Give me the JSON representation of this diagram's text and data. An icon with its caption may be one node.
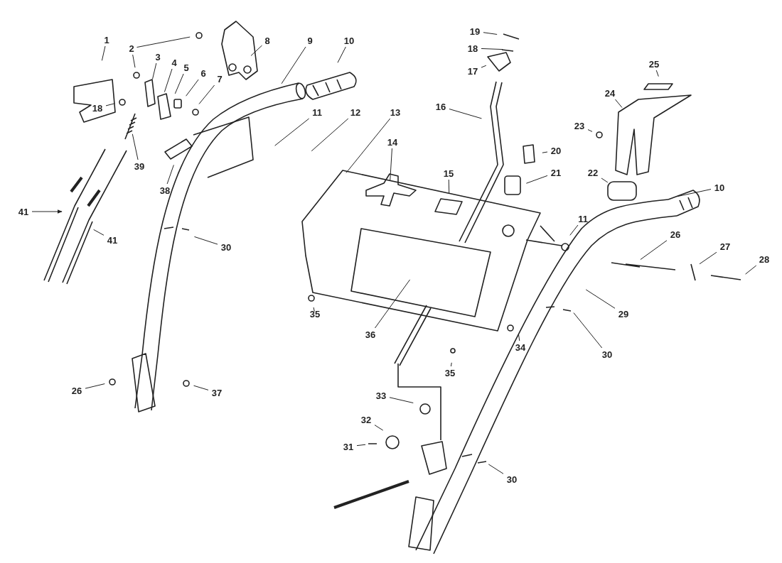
{
  "diagram": {
    "nodes": [
      {
        "text": [
          "1"
        ]
      },
      {
        "text": [
          "2"
        ]
      },
      {
        "text": [
          "3"
        ]
      },
      {
        "text": [
          "4"
        ]
      },
      {
        "text": [
          "5"
        ]
      },
      {
        "text": [
          "6"
        ]
      },
      {
        "text": [
          "7"
        ]
      },
      {
        "text": [
          "8"
        ]
      },
      {
        "text": [
          "9"
        ]
      },
      {
        "text": [
          "10"
        ]
      },
      {
        "text": [
          "18"
        ]
      },
      {
        "text": [
          "39"
        ]
      },
      {
        "text": [
          "38"
        ]
      },
      {
        "text": [
          "41"
        ]
      },
      {
        "text": [
          "41"
        ]
      },
      {
        "text": [
          "11"
        ]
      },
      {
        "text": [
          "12"
        ]
      },
      {
        "text": [
          "13"
        ]
      },
      {
        "text": [
          "14"
        ]
      },
      {
        "text": [
          "15"
        ]
      },
      {
        "text": [
          "16"
        ]
      },
      {
        "text": [
          "17"
        ]
      },
      {
        "text": [
          "18"
        ]
      },
      {
        "text": [
          "19"
        ]
      },
      {
        "text": [
          "20"
        ]
      },
      {
        "text": [
          "21"
        ]
      },
      {
        "text": [
          "22"
        ]
      },
      {
        "text": [
          "23"
        ]
      },
      {
        "text": [
          "24"
        ]
      },
      {
        "text": [
          "25"
        ]
      },
      {
        "text": [
          "10"
        ]
      },
      {
        "text": [
          "11"
        ]
      },
      {
        "text": [
          "26"
        ]
      },
      {
        "text": [
          "27"
        ]
      },
      {
        "text": [
          "28"
        ]
      },
      {
        "text": [
          "29"
        ]
      },
      {
        "text": [
          "30"
        ]
      },
      {
        "text": [
          "30"
        ]
      },
      {
        "text": [
          "35"
        ]
      },
      {
        "text": [
          "36"
        ]
      },
      {
        "text": [
          "34"
        ]
      },
      {
        "text": [
          "35"
        ]
      },
      {
        "text": [
          "26"
        ]
      },
      {
        "text": [
          "37"
        ]
      },
      {
        "text": [
          "33"
        ]
      },
      {
        "text": [
          "32"
        ]
      },
      {
        "text": [
          "31"
        ]
      },
      {
        "text": [
          "30"
        ]
      }
    ],
    "edges": [
      {
        "from": 0,
        "to": null,
        "arrow": "none"
      },
      {
        "from": 1,
        "to": null,
        "arrow": "none"
      },
      {
        "from": 1,
        "to": null,
        "arrow": "none"
      },
      {
        "from": 2,
        "to": null,
        "arrow": "none"
      },
      {
        "from": 3,
        "to": null,
        "arrow": "none"
      },
      {
        "from": 4,
        "to": null,
        "arrow": "none"
      },
      {
        "from": 5,
        "to": null,
        "arrow": "none"
      },
      {
        "from": 6,
        "to": null,
        "arrow": "none"
      },
      {
        "from": 7,
        "to": null,
        "arrow": "none"
      },
      {
        "from": 8,
        "to": null,
        "arrow": "none"
      },
      {
        "from": 9,
        "to": null,
        "arrow": "none"
      },
      {
        "from": 10,
        "to": null,
        "arrow": "none"
      },
      {
        "from": 11,
        "to": null,
        "arrow": "none"
      },
      {
        "from": 12,
        "to": null,
        "arrow": "none"
      },
      {
        "from": 13,
        "to": null,
        "arrow": "to"
      },
      {
        "from": 14,
        "to": null,
        "arrow": "none"
      },
      {
        "from": 15,
        "to": null,
        "arrow": "none"
      },
      {
        "from": 16,
        "to": null,
        "arrow": "none"
      },
      {
        "from": 17,
        "to": null,
        "arrow": "none"
      },
      {
        "from": 18,
        "to": null,
        "arrow": "none"
      },
      {
        "from": 19,
        "to": null,
        "arrow": "none"
      },
      {
        "from": 20,
        "to": null,
        "arrow": "none"
      },
      {
        "from": 21,
        "to": null,
        "arrow": "none"
      },
      {
        "from": 22,
        "to": null,
        "arrow": "none"
      },
      {
        "from": 23,
        "to": null,
        "arrow": "none"
      },
      {
        "from": 24,
        "to": null,
        "arrow": "none"
      },
      {
        "from": 25,
        "to": null,
        "arrow": "none"
      },
      {
        "from": 26,
        "to": null,
        "arrow": "none"
      },
      {
        "from": 27,
        "to": null,
        "arrow": "none"
      },
      {
        "from": 28,
        "to": null,
        "arrow": "none"
      },
      {
        "from": 29,
        "to": null,
        "arrow": "none"
      },
      {
        "from": 30,
        "to": null,
        "arrow": "none"
      },
      {
        "from": 31,
        "to": null,
        "arrow": "none"
      },
      {
        "from": 32,
        "to": null,
        "arrow": "none"
      },
      {
        "from": 33,
        "to": null,
        "arrow": "none"
      },
      {
        "from": 34,
        "to": null,
        "arrow": "none"
      },
      {
        "from": 35,
        "to": null,
        "arrow": "none"
      },
      {
        "from": 36,
        "to": null,
        "arrow": "none"
      },
      {
        "from": 37,
        "to": null,
        "arrow": "none"
      },
      {
        "from": 38,
        "to": null,
        "arrow": "none"
      },
      {
        "from": 39,
        "to": null,
        "arrow": "none"
      },
      {
        "from": 40,
        "to": null,
        "arrow": "none"
      },
      {
        "from": 41,
        "to": null,
        "arrow": "none"
      },
      {
        "from": 42,
        "to": null,
        "arrow": "none"
      },
      {
        "from": 43,
        "to": null,
        "arrow": "none"
      },
      {
        "from": 44,
        "to": null,
        "arrow": "none"
      },
      {
        "from": 45,
        "to": null,
        "arrow": "none"
      },
      {
        "from": 46,
        "to": null,
        "arrow": "none"
      },
      {
        "from": 47,
        "to": null,
        "arrow": "none"
      }
    ]
  }
}
